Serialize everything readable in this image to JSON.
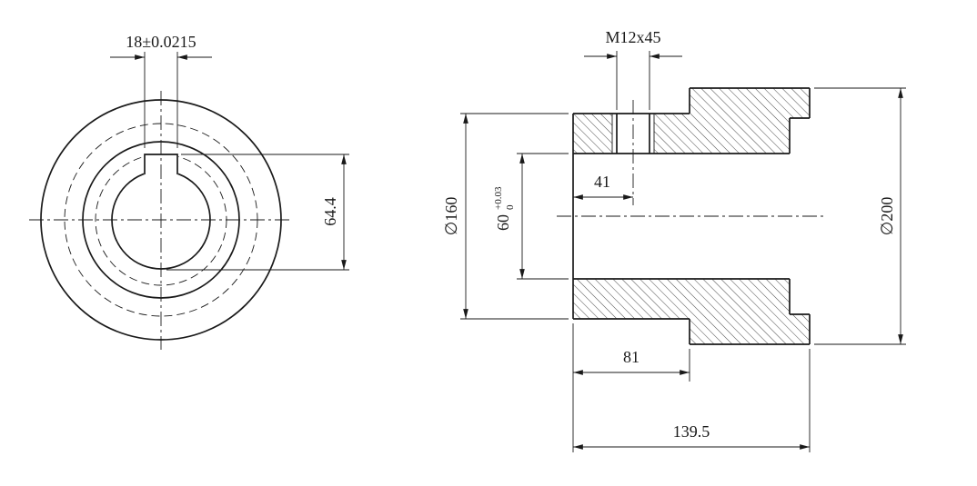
{
  "drawing": {
    "colors": {
      "line": "#1a1a1a",
      "background": "#ffffff"
    },
    "front_view": {
      "dim_keyway_width": "18±0.0215",
      "dim_keyway_depth": "64.4"
    },
    "section_view": {
      "dim_thread": "M12x45",
      "dim_hole_position": "41",
      "dim_bore_value": "60",
      "dim_bore_tol_upper": "+0.03",
      "dim_bore_tol_lower": "0",
      "dim_hub_diameter": "∅160",
      "dim_flange_diameter": "∅200",
      "dim_hub_length": "81",
      "dim_total_length": "139.5"
    }
  }
}
